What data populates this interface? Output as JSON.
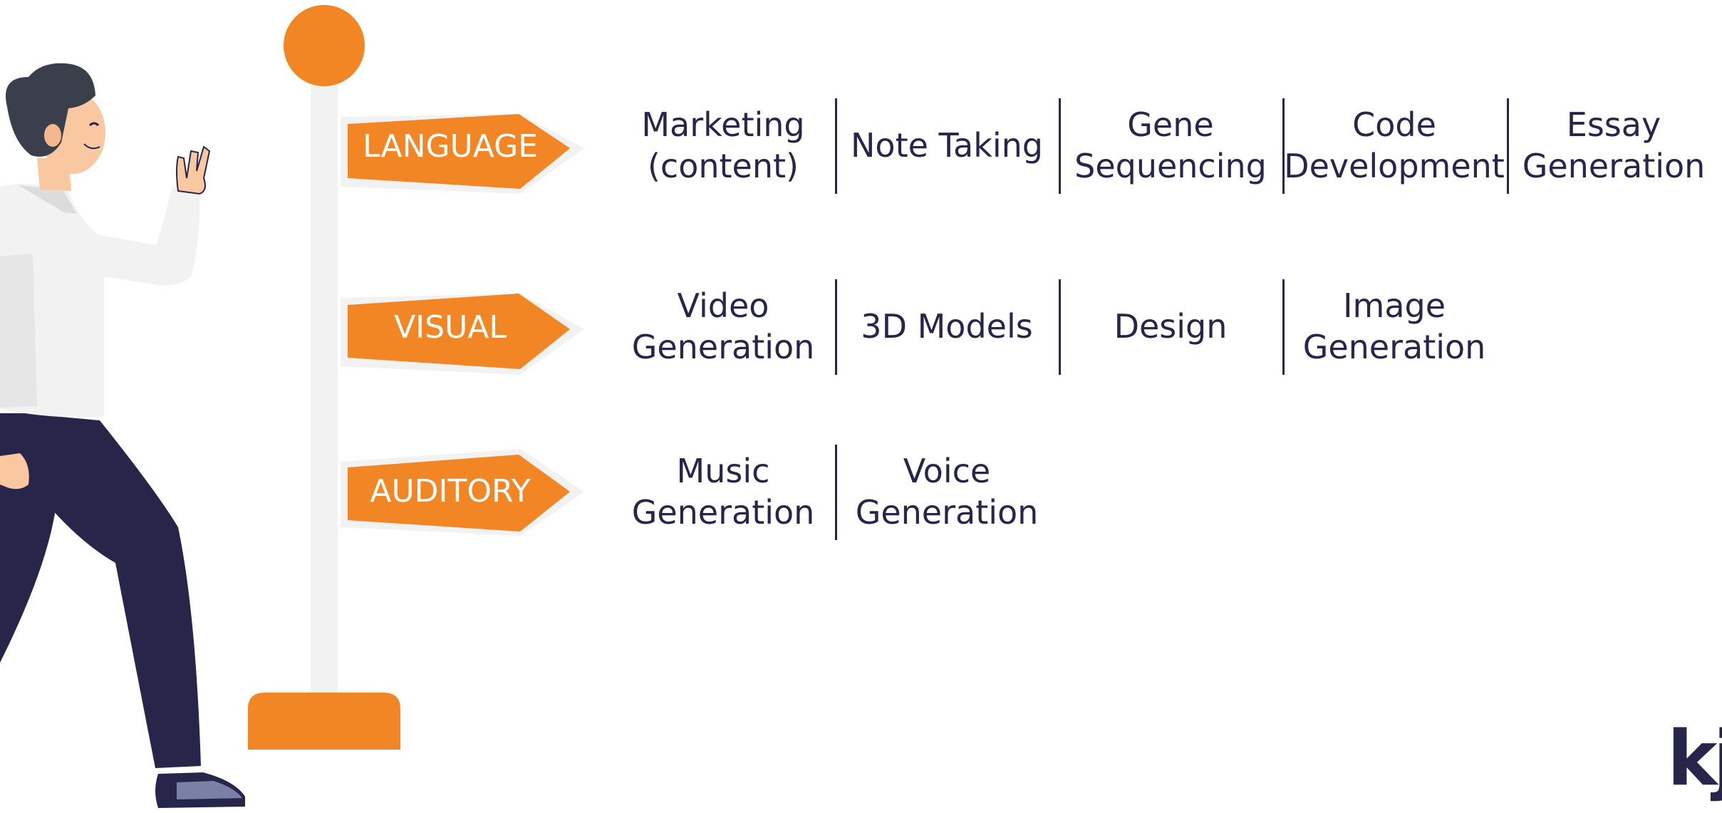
{
  "signpost": {
    "signs": [
      {
        "label": "LANGUAGE"
      },
      {
        "label": "VISUAL"
      },
      {
        "label": "AUDITORY"
      }
    ]
  },
  "rows": [
    {
      "category": "LANGUAGE",
      "items": [
        {
          "line1": "Marketing",
          "line2": "(content)"
        },
        {
          "line1": "Note Taking",
          "line2": ""
        },
        {
          "line1": "Gene",
          "line2": "Sequencing"
        },
        {
          "line1": "Code",
          "line2": "Development"
        },
        {
          "line1": "Essay",
          "line2": "Generation"
        }
      ]
    },
    {
      "category": "VISUAL",
      "items": [
        {
          "line1": "Video",
          "line2": "Generation"
        },
        {
          "line1": "3D Models",
          "line2": ""
        },
        {
          "line1": "Design",
          "line2": ""
        },
        {
          "line1": "Image",
          "line2": "Generation"
        }
      ]
    },
    {
      "category": "AUDITORY",
      "items": [
        {
          "line1": "Music",
          "line2": "Generation"
        },
        {
          "line1": "Voice",
          "line2": "Generation"
        }
      ]
    }
  ],
  "logo": {
    "text": "kj"
  },
  "colors": {
    "accent": "#f28524",
    "text": "#27264a",
    "pole": "#f2f2f2"
  }
}
